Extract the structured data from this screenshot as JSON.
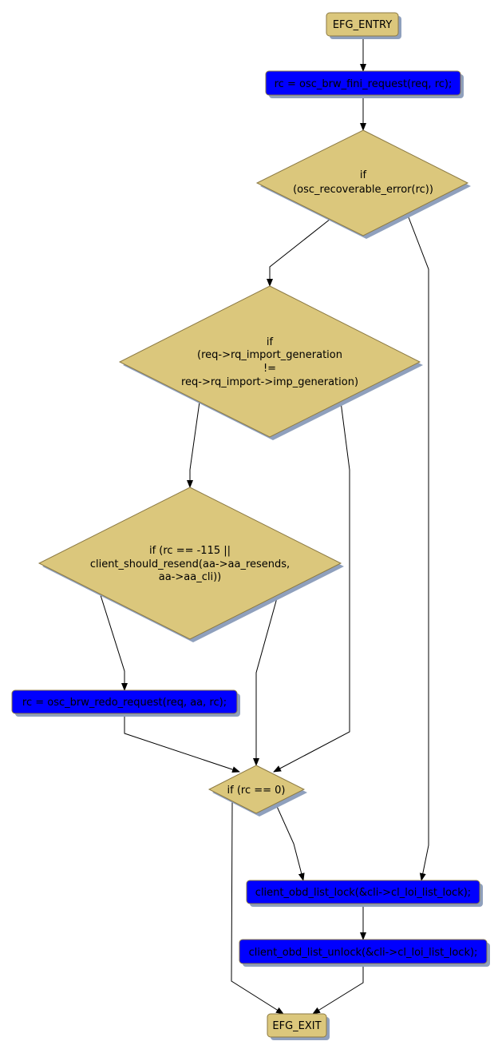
{
  "colors": {
    "decision": "#dbc77c",
    "decision_border": "#8c7a44",
    "action": "#0000ff",
    "action_border": "#8c7a44",
    "shadow": "#8fa0bd"
  },
  "nodes": {
    "entry": "EFG_ENTRY",
    "fini": "rc = osc_brw_fini_request(req, rc);",
    "d1": [
      "if",
      "(osc_recoverable_error(rc))"
    ],
    "d2": [
      "if",
      "(req->rq_import_generation",
      "!=",
      "req->rq_import->imp_generation)"
    ],
    "d3": [
      "if (rc == -115 ||",
      "client_should_resend(aa->aa_resends,",
      "aa->aa_cli))"
    ],
    "redo": "rc = osc_brw_redo_request(req, aa, rc);",
    "d4": "if (rc == 0)",
    "lock": "client_obd_list_lock(&cli->cl_loi_list_lock);",
    "unlock": "client_obd_list_unlock(&cli->cl_loi_list_lock);",
    "exit": "EFG_EXIT"
  }
}
